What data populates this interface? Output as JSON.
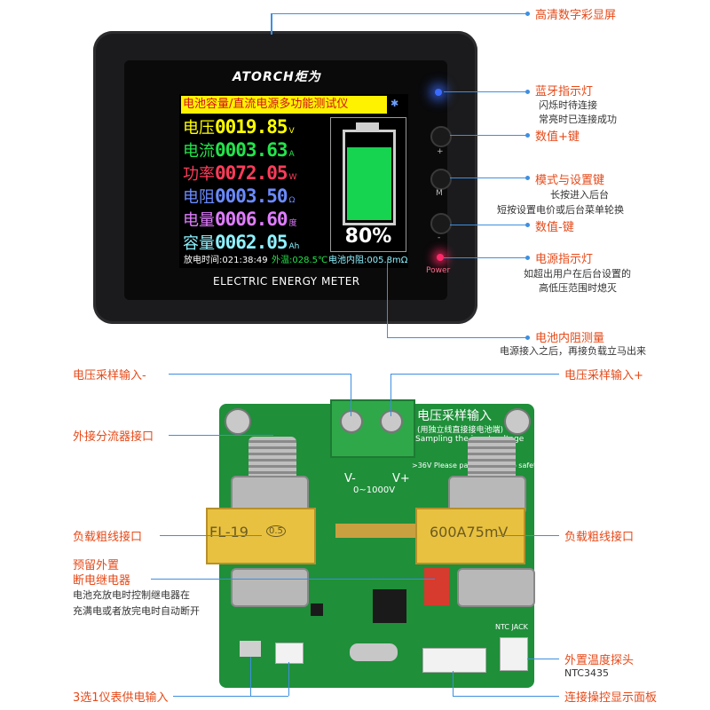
{
  "meter": {
    "brand": "ATORCH炬为",
    "name": "ELECTRIC ENERGY METER",
    "screen_title": "电池容量/直流电源多功能测试仪",
    "rows": [
      {
        "label": "电压",
        "value": "0019.85",
        "unit": "V",
        "color": "#ffff00"
      },
      {
        "label": "电流",
        "value": "0003.63",
        "unit": "A",
        "color": "#22e44a"
      },
      {
        "label": "功率",
        "value": "0072.05",
        "unit": "W",
        "color": "#ff3c5a"
      },
      {
        "label": "电阻",
        "value": "0003.50",
        "unit": "Ω",
        "color": "#6b8bff"
      },
      {
        "label": "电量",
        "value": "0006.60",
        "unit": "度",
        "color": "#e07dff"
      },
      {
        "label": "容量",
        "value": "0062.05",
        "unit": "Ah",
        "color": "#8ef2ff"
      }
    ],
    "battery_percent": "80%",
    "battery_level": 0.8,
    "discharge_time": "放电时间:021:38:49",
    "temperature": "外温:028.5℃",
    "internal_resistance": "电池内阻:005.8mΩ",
    "buttons": {
      "plus": "+",
      "mode": "M",
      "minus": "-",
      "power": "Power"
    }
  },
  "callouts": {
    "display": "高清数字彩显屏",
    "bluetooth": "蓝牙指示灯",
    "bluetooth_note1": "闪烁时待连接",
    "bluetooth_note2": "常亮时已连接成功",
    "plus_key": "数值+键",
    "mode_key": "模式与设置键",
    "mode_note1": "长按进入后台",
    "mode_note2": "短按设置电价或后台菜单轮换",
    "minus_key": "数值-键",
    "power_led": "电源指示灯",
    "power_note1": "如超出用户在后台设置的",
    "power_note2": "高低压范围时熄灭",
    "internal_res": "电池内阻测量",
    "internal_res_note": "电源接入之后，再接负载立马出来",
    "v_minus": "电压采样输入-",
    "v_plus": "电压采样输入+",
    "shunt_port": "外接分流器接口",
    "load_left": "负载粗线接口",
    "load_right": "负载粗线接口",
    "relay1": "预留外置",
    "relay2": "断电继电器",
    "relay_note1": "电池充放电时控制继电器在",
    "relay_note2": "充满电或者放完电时自动断开",
    "temp_probe": "外置温度探头",
    "temp_probe_model": "NTC3435",
    "power_input": "3选1仪表供电输入",
    "panel_conn": "连接操控显示面板"
  },
  "board": {
    "title": "电压采样输入",
    "subtitle": "(用独立线直接接电池端)",
    "sampling": "Sampling the input voltage",
    "warning": ">36V Please pay attention to safety!",
    "v_minus": "V-",
    "v_plus": "V+",
    "range": "0~1000V",
    "shunt_left": "FL-19",
    "shunt_left_badge": "0.5",
    "shunt_right": "600A75mV",
    "ntc": "NTC JACK"
  },
  "colors": {
    "callout": "#e64a19",
    "line": "#3d8fe0",
    "pcb": "#1f8f3a"
  }
}
